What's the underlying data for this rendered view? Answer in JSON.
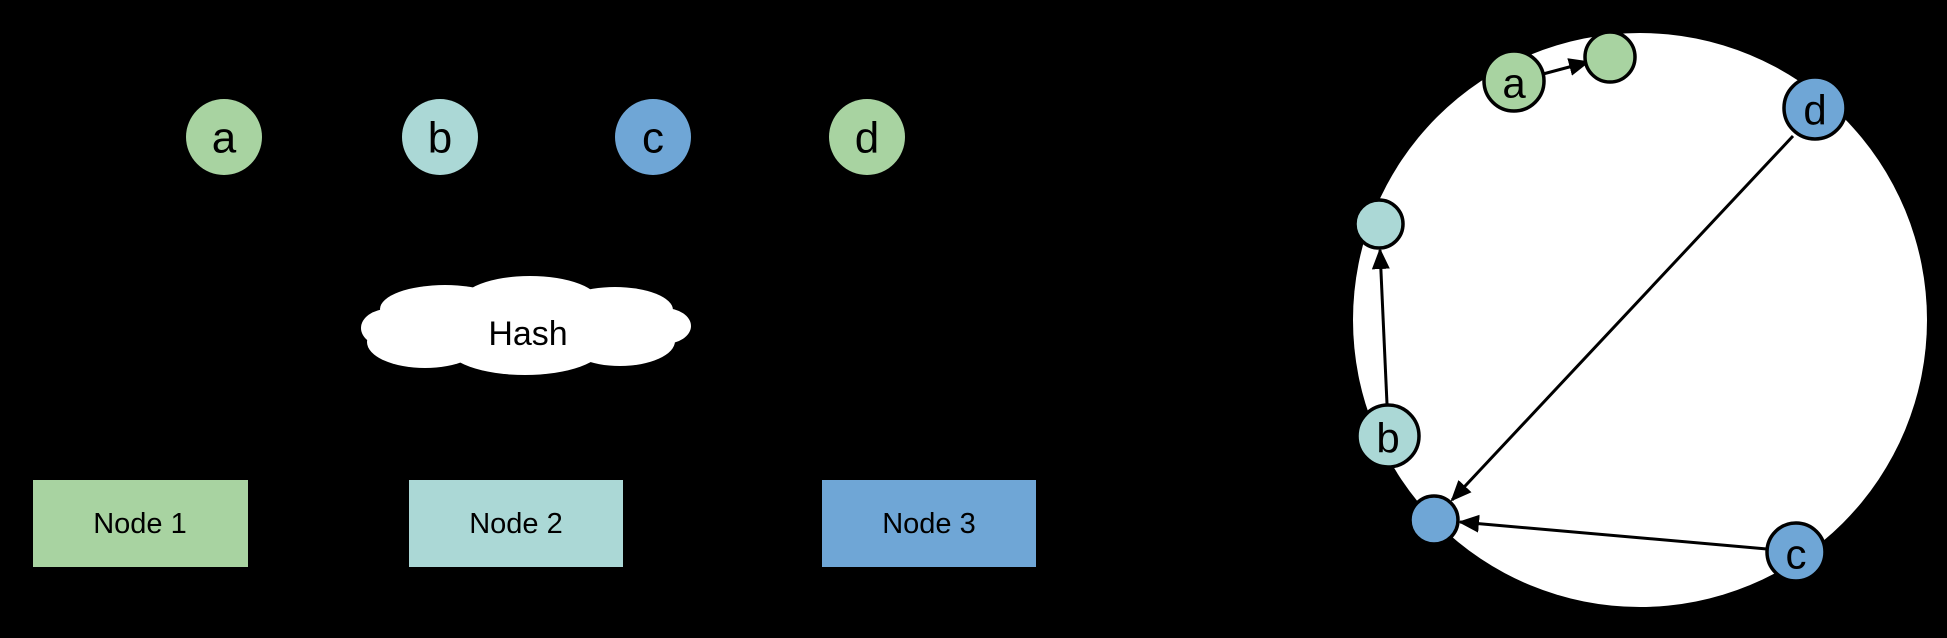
{
  "palette": {
    "background": "#000000",
    "green": "#a8d3a1",
    "teal": "#abd8d6",
    "blue": "#6fa6d6",
    "ring_fill": "#ffffff",
    "line": "#000000",
    "text": "#000000"
  },
  "keys_row": {
    "items": [
      {
        "label": "a",
        "color": "#a8d3a1"
      },
      {
        "label": "b",
        "color": "#abd8d6"
      },
      {
        "label": "c",
        "color": "#6fa6d6"
      },
      {
        "label": "d",
        "color": "#a8d3a1"
      }
    ]
  },
  "hash_cloud": {
    "label": "Hash"
  },
  "nodes_row": {
    "items": [
      {
        "label": "Node 1",
        "color": "#a8d3a1"
      },
      {
        "label": "Node 2",
        "color": "#abd8d6"
      },
      {
        "label": "Node 3",
        "color": "#6fa6d6"
      }
    ]
  },
  "ring": {
    "keys": [
      {
        "label": "a",
        "color": "#a8d3a1"
      },
      {
        "label": "b",
        "color": "#abd8d6"
      },
      {
        "label": "c",
        "color": "#6fa6d6"
      },
      {
        "label": "d",
        "color": "#6fa6d6"
      }
    ],
    "node_points": [
      {
        "node": "Node 1",
        "color": "#a8d3a1"
      },
      {
        "node": "Node 2",
        "color": "#abd8d6"
      },
      {
        "node": "Node 3",
        "color": "#6fa6d6"
      }
    ],
    "assignments": [
      {
        "key": "a",
        "node": "Node 1"
      },
      {
        "key": "b",
        "node": "Node 2"
      },
      {
        "key": "c",
        "node": "Node 3"
      },
      {
        "key": "d",
        "node": "Node 3"
      }
    ]
  }
}
